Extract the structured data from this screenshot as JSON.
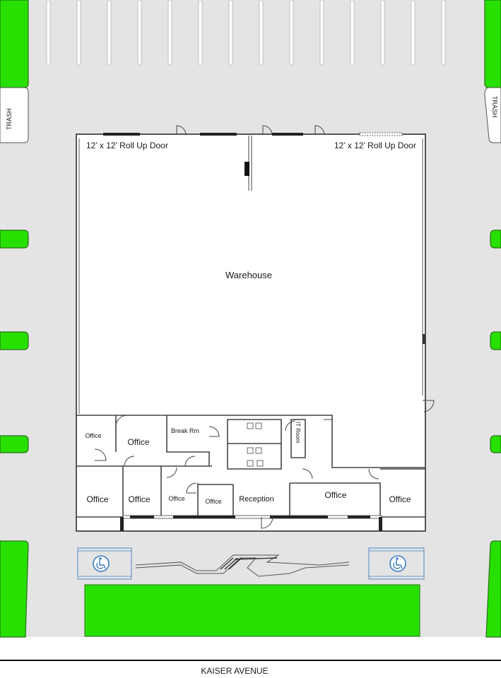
{
  "colors": {
    "lot": "#e4e4e4",
    "grass": "#27e000",
    "grass_border": "#2a6e1c",
    "building": "#ffffff",
    "wall": "#444444",
    "accessible": "#4a88c7"
  },
  "labels": {
    "roll_up_left": "12’ x 12’ Roll Up Door",
    "roll_up_right": "12’ x 12’ Roll Up Door",
    "warehouse": "Warehouse",
    "office_small": "Office",
    "office_top": "Office",
    "break_room": "Break Rm",
    "it_room": "IT Room",
    "office_bl": "Office",
    "office_bl2": "Office",
    "office_mid": "Office",
    "office_mid2": "Office",
    "reception": "Reception",
    "office_right": "Office",
    "office_far_right": "Office",
    "trash_left": "TRASH",
    "trash_right": "TRASH",
    "street": "KAISER AVENUE"
  },
  "icons": {
    "accessible_left": "wheelchair-icon",
    "accessible_right": "wheelchair-icon"
  }
}
